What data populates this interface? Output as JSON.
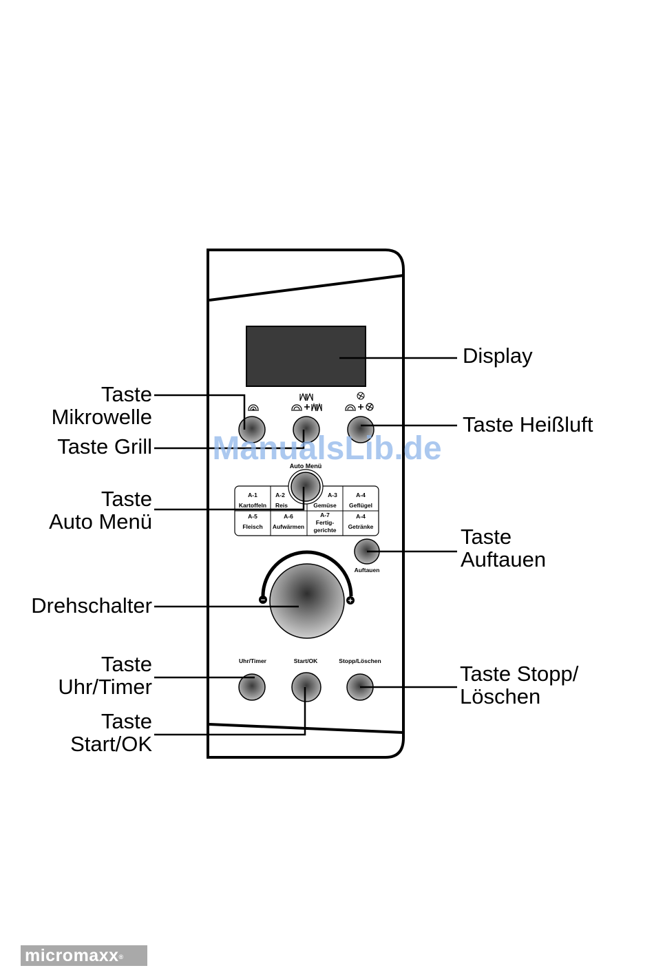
{
  "callouts": {
    "display": "Display",
    "mikrowelle_1": "Taste",
    "mikrowelle_2": "Mikrowelle",
    "grill": "Taste Grill",
    "heissluft": "Taste Heißluft",
    "auto_1": "Taste",
    "auto_2": "Auto Menü",
    "auftauen_1": "Taste",
    "auftauen_2": "Auftauen",
    "drehschalter": "Drehschalter",
    "uhr_1": "Taste",
    "uhr_2": "Uhr/Timer",
    "stopp_1": "Taste Stopp/",
    "stopp_2": "Löschen",
    "start_1": "Taste",
    "start_2": "Start/OK"
  },
  "panel": {
    "auto_menu_label": "Auto Menü",
    "auftauen_label": "Auftauen",
    "uhr_timer_label": "Uhr/Timer",
    "start_ok_label": "Start/OK",
    "stopp_label": "Stopp/Löschen",
    "plus_symbol": "+",
    "minus_symbol": "−",
    "programs": [
      {
        "code": "A-1",
        "name": "Kartoffeln"
      },
      {
        "code": "A-2",
        "name": "Reis"
      },
      {
        "code": "A-3",
        "name": "Gemüse"
      },
      {
        "code": "A-4",
        "name": "Geflügel"
      },
      {
        "code": "A-5",
        "name": "Fleisch"
      },
      {
        "code": "A-6",
        "name": "Aufwärmen"
      },
      {
        "code": "A-7",
        "name": "Fertig-",
        "name2": "gerichte"
      },
      {
        "code": "A-4",
        "name": "Getränke"
      }
    ]
  },
  "watermark": "ManualsLib.de",
  "brand": "micromaxx",
  "brand_mark": "®"
}
